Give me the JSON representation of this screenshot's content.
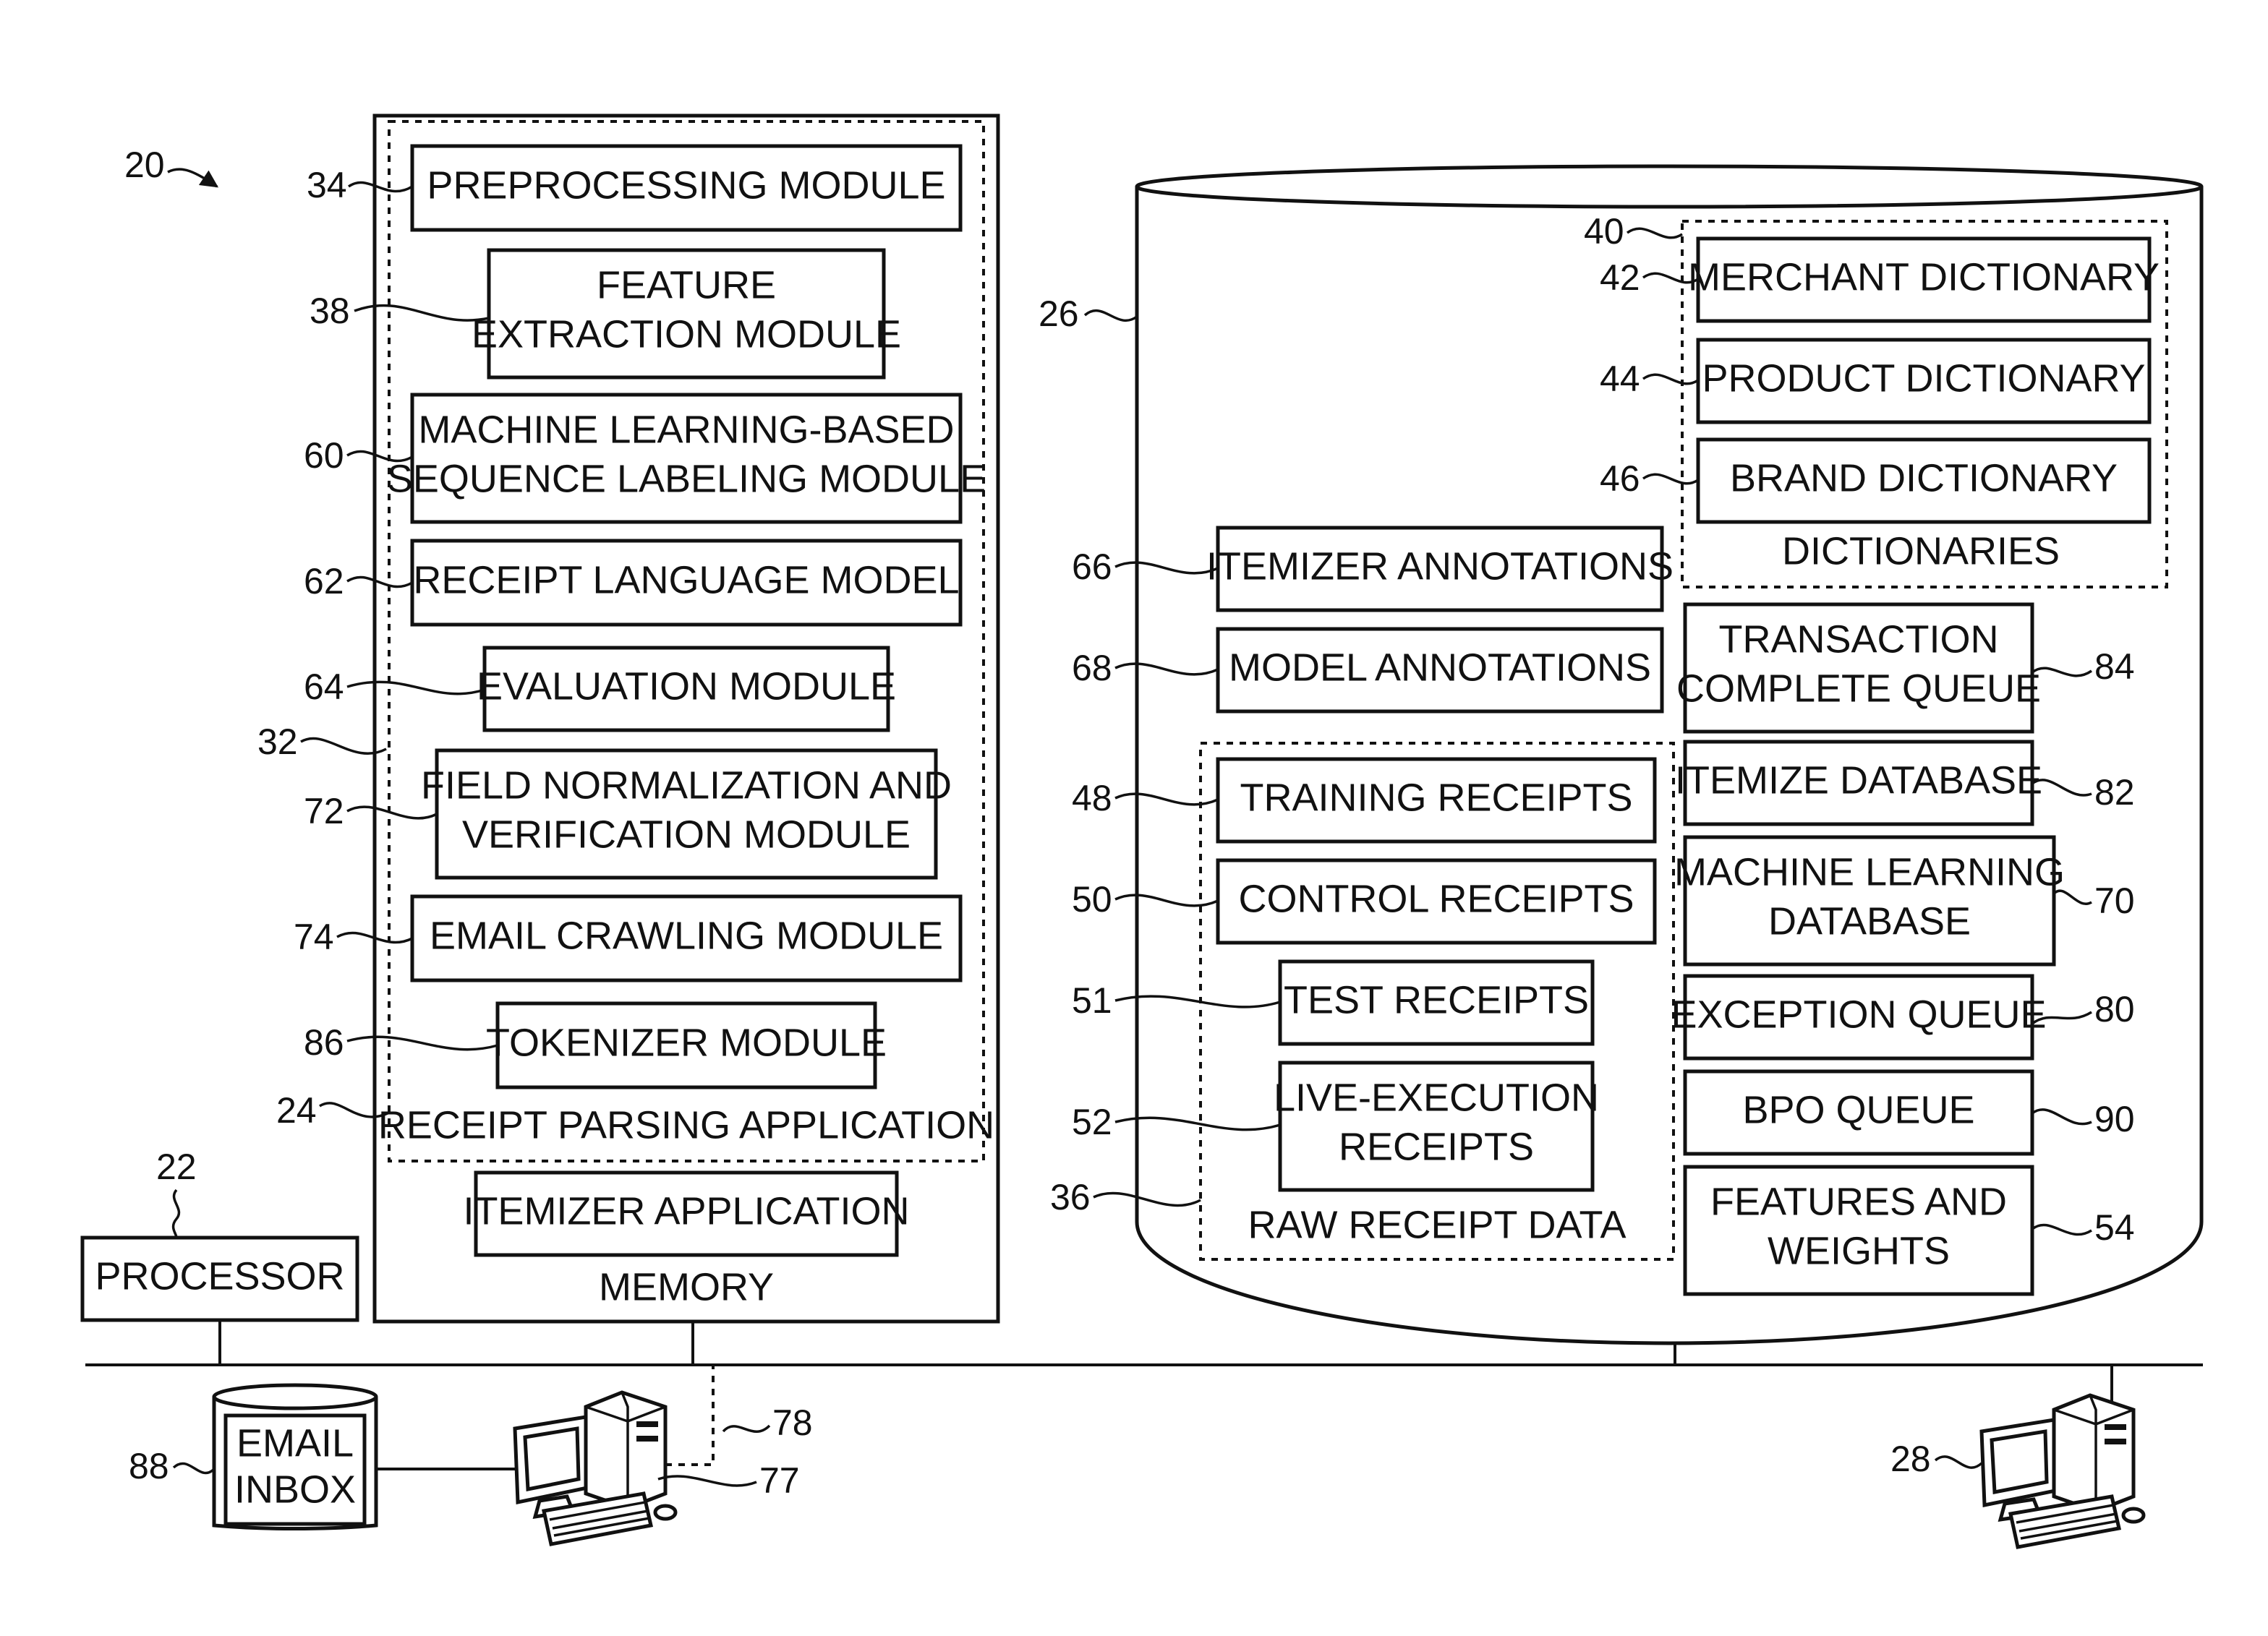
{
  "figure": {
    "system_ref": "20",
    "processor": {
      "ref": "22",
      "label": "PROCESSOR"
    },
    "memory": {
      "ref": "",
      "label": "MEMORY",
      "receipt_parsing_application": {
        "ref": "24",
        "label": "RECEIPT PARSING APPLICATION",
        "inner_ref": "32",
        "modules": [
          {
            "ref": "34",
            "lines": [
              "PREPROCESSING MODULE"
            ]
          },
          {
            "ref": "38",
            "lines": [
              "FEATURE",
              "EXTRACTION MODULE"
            ]
          },
          {
            "ref": "60",
            "lines": [
              "MACHINE LEARNING-BASED",
              "SEQUENCE LABELING MODULE"
            ]
          },
          {
            "ref": "62",
            "lines": [
              "RECEIPT LANGUAGE MODEL"
            ]
          },
          {
            "ref": "64",
            "lines": [
              "EVALUATION MODULE"
            ]
          },
          {
            "ref": "72",
            "lines": [
              "FIELD NORMALIZATION AND",
              "VERIFICATION MODULE"
            ]
          },
          {
            "ref": "74",
            "lines": [
              "EMAIL CRAWLING MODULE"
            ]
          },
          {
            "ref": "86",
            "lines": [
              "TOKENIZER MODULE"
            ]
          }
        ]
      },
      "itemizer_application": {
        "label": "ITEMIZER APPLICATION"
      }
    },
    "database": {
      "ref": "26",
      "dictionaries": {
        "ref": "40",
        "label": "DICTIONARIES",
        "items": [
          {
            "ref": "42",
            "label": "MERCHANT DICTIONARY"
          },
          {
            "ref": "44",
            "label": "PRODUCT DICTIONARY"
          },
          {
            "ref": "46",
            "label": "BRAND DICTIONARY"
          }
        ]
      },
      "annotations": [
        {
          "ref": "66",
          "label": "ITEMIZER ANNOTATIONS"
        },
        {
          "ref": "68",
          "label": "MODEL ANNOTATIONS"
        }
      ],
      "raw_receipt_data": {
        "ref": "36",
        "label": "RAW RECEIPT DATA",
        "items": [
          {
            "ref": "48",
            "lines": [
              "TRAINING RECEIPTS"
            ]
          },
          {
            "ref": "50",
            "lines": [
              "CONTROL RECEIPTS"
            ]
          },
          {
            "ref": "51",
            "lines": [
              "TEST RECEIPTS"
            ]
          },
          {
            "ref": "52",
            "lines": [
              "LIVE-EXECUTION",
              "RECEIPTS"
            ]
          }
        ]
      },
      "right_column": [
        {
          "ref": "84",
          "lines": [
            "TRANSACTION",
            "COMPLETE QUEUE"
          ]
        },
        {
          "ref": "82",
          "lines": [
            "ITEMIZE DATABASE"
          ]
        },
        {
          "ref": "70",
          "lines": [
            "MACHINE LEARNING",
            "DATABASE"
          ]
        },
        {
          "ref": "80",
          "lines": [
            "EXCEPTION QUEUE"
          ]
        },
        {
          "ref": "90",
          "lines": [
            "BPO QUEUE"
          ]
        },
        {
          "ref": "54",
          "lines": [
            "FEATURES AND",
            "WEIGHTS"
          ]
        }
      ]
    },
    "email_inbox": {
      "ref": "88",
      "lines": [
        "EMAIL",
        "INBOX"
      ]
    },
    "computer_left": {
      "ref": "77",
      "link_ref": "78"
    },
    "computer_right": {
      "ref": "28"
    }
  }
}
